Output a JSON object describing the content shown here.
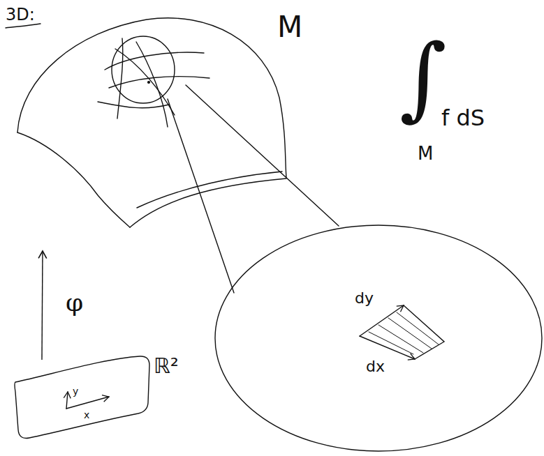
{
  "diagram": {
    "nodes": [
      {
        "text": [
          "M"
        ]
      },
      {
        "text": [
          "dy",
          "dx"
        ]
      },
      {
        "text": [
          "y",
          "x",
          "ℝ²"
        ]
      }
    ],
    "edges": [
      {
        "from": 2,
        "to": 0,
        "arrow": "to",
        "label": "φ"
      }
    ],
    "labels": [
      "3D:",
      "∫",
      "f dS",
      "M"
    ]
  }
}
